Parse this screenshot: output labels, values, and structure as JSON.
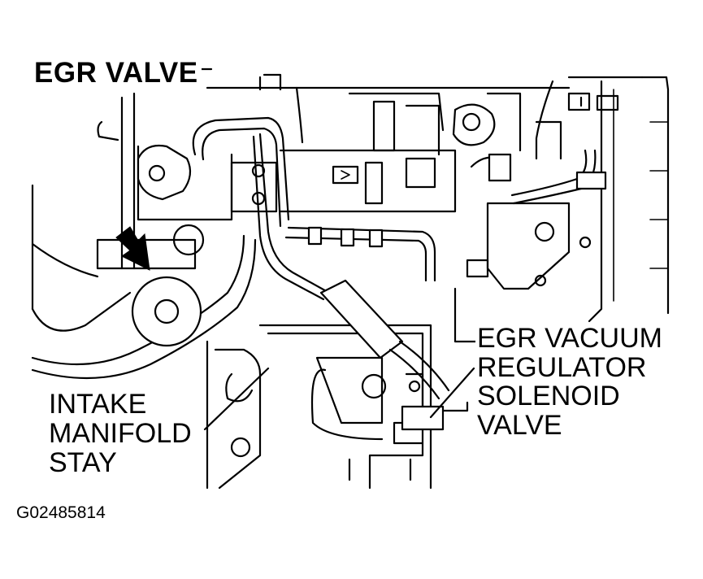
{
  "labels": {
    "egr_valve": "EGR VALVE",
    "egr_vacuum_regulator": [
      "EGR VACUUM",
      "REGULATOR",
      "SOLENOID",
      "VALVE"
    ],
    "intake_manifold_stay": [
      "INTAKE",
      "MANIFOLD",
      "STAY"
    ],
    "figure_code": "G02485814"
  },
  "colors": {
    "line": "#000000",
    "background": "#ffffff"
  },
  "icons": {
    "pointer": "arrow-icon"
  }
}
